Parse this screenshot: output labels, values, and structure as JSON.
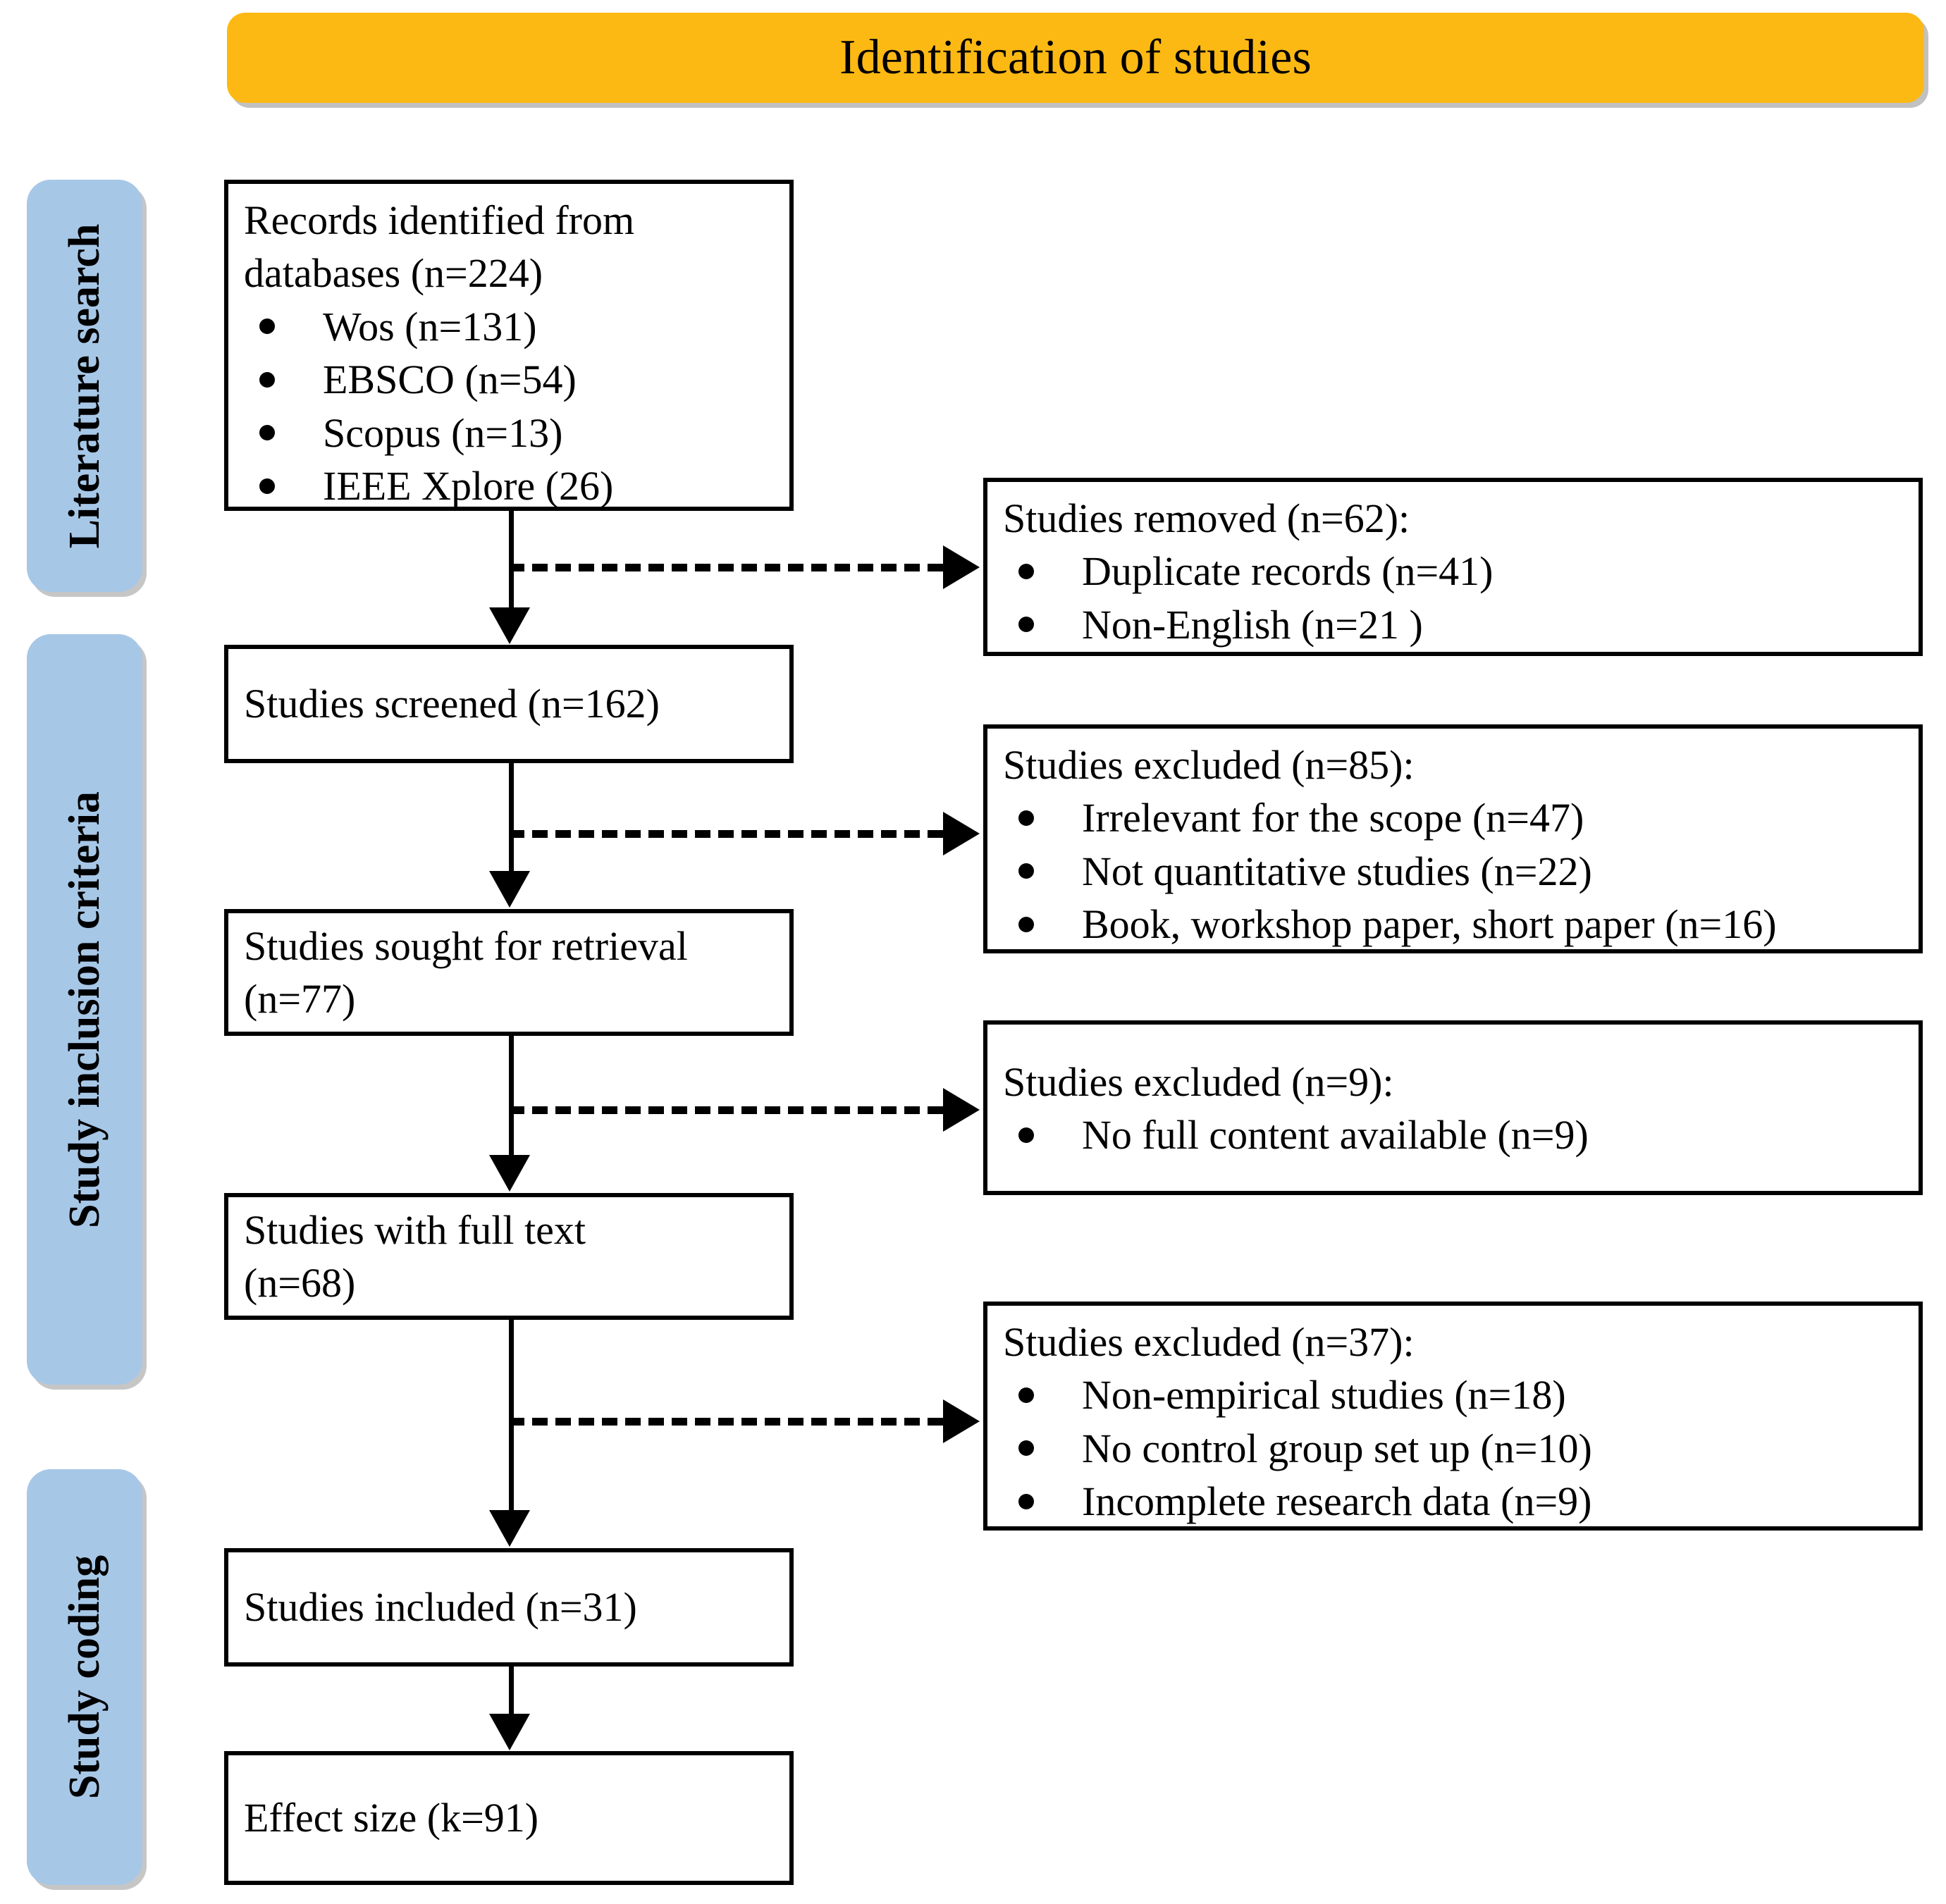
{
  "header": {
    "title": "Identification of studies",
    "bar_color": "#FDB913"
  },
  "sidebar": {
    "pill_color": "#A7C7E7",
    "items": [
      {
        "label": "Literature search"
      },
      {
        "label": "Study inclusion criteria"
      },
      {
        "label": "Study coding"
      }
    ]
  },
  "flow": {
    "left_boxes": [
      {
        "id": "records-identified",
        "lines": [
          "Records identified from",
          "databases (n=224)"
        ],
        "bullets": [
          "Wos (n=131)",
          "EBSCO (n=54)",
          "Scopus (n=13)",
          "IEEE Xplore (26)"
        ]
      },
      {
        "id": "studies-screened",
        "lines": [
          "Studies screened (n=162)"
        ],
        "bullets": []
      },
      {
        "id": "studies-sought",
        "lines": [
          "Studies sought for retrieval",
          "(n=77)"
        ],
        "bullets": []
      },
      {
        "id": "studies-full-text",
        "lines": [
          "Studies with full text",
          "(n=68)"
        ],
        "bullets": []
      },
      {
        "id": "studies-included",
        "lines": [
          "Studies included (n=31)"
        ],
        "bullets": []
      },
      {
        "id": "effect-size",
        "lines": [
          "Effect size (k=91)"
        ],
        "bullets": []
      }
    ],
    "right_boxes": [
      {
        "id": "studies-removed",
        "heading": "Studies removed (n=62):",
        "bullets": [
          "Duplicate records (n=41)",
          "Non-English (n=21 )"
        ]
      },
      {
        "id": "studies-excluded-85",
        "heading": "Studies excluded (n=85):",
        "bullets": [
          "Irrelevant for the scope (n=47)",
          "Not quantitative studies (n=22)",
          "Book, workshop paper, short paper (n=16)"
        ]
      },
      {
        "id": "studies-excluded-9",
        "heading": "Studies excluded (n=9):",
        "bullets": [
          "No full content available (n=9)"
        ]
      },
      {
        "id": "studies-excluded-37",
        "heading": "Studies excluded (n=37):",
        "bullets": [
          "Non-empirical studies (n=18)",
          "No control group set up (n=10)",
          "Incomplete research data (n=9)"
        ]
      }
    ]
  }
}
